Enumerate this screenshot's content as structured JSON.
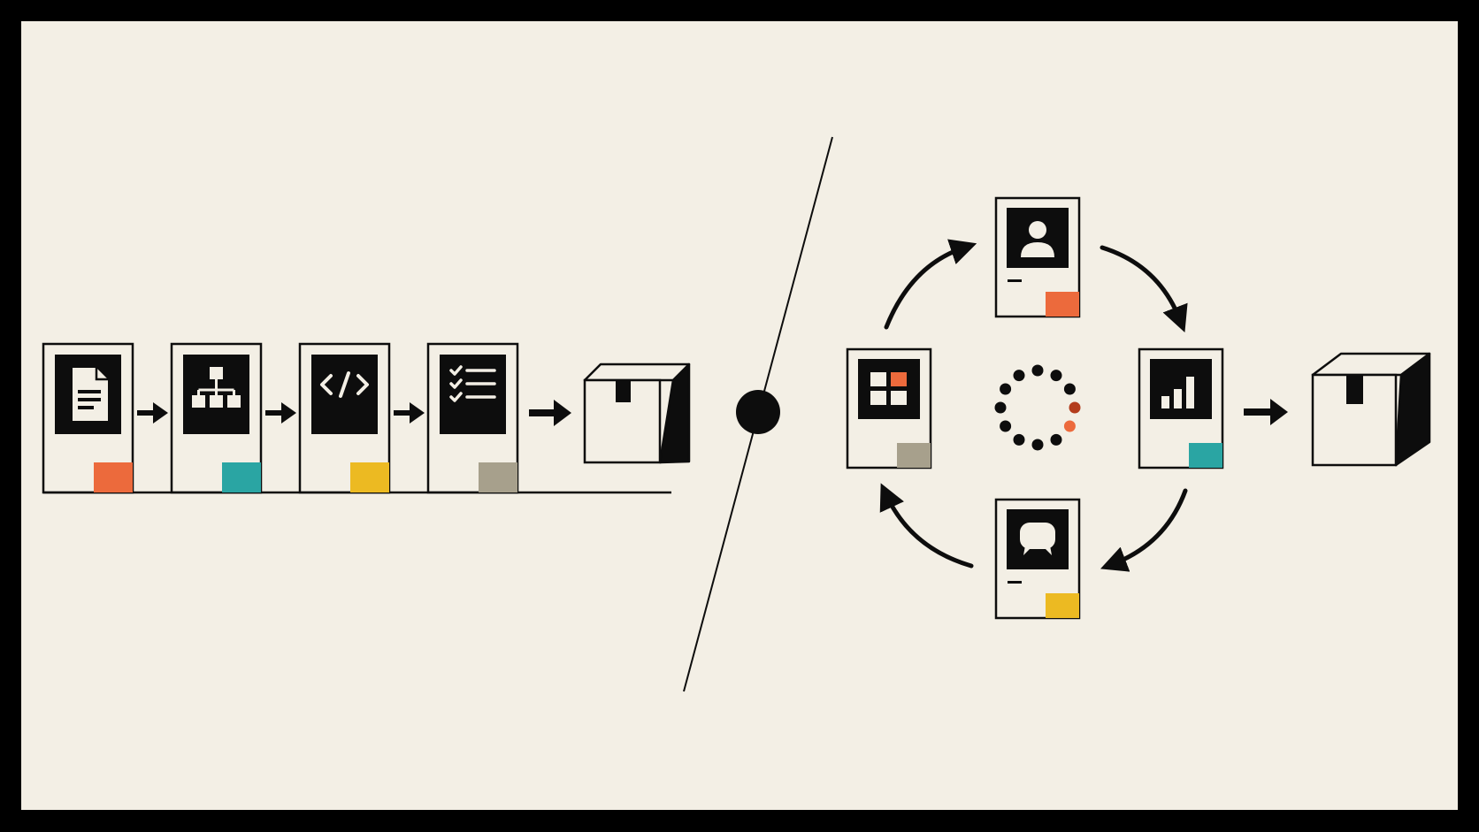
{
  "colors": {
    "frame": "#000000",
    "paper": "#f3efe5",
    "ink": "#0d0d0d",
    "orange": "#ec6a3c",
    "teal": "#2aa5a3",
    "yellow": "#ecba22",
    "gray": "#a7a08c",
    "rust": "#b33c1c"
  },
  "waterfall": {
    "stages": [
      {
        "icon": "document-icon",
        "swatch": "orange"
      },
      {
        "icon": "hierarchy-icon",
        "swatch": "teal"
      },
      {
        "icon": "code-icon",
        "swatch": "yellow"
      },
      {
        "icon": "checklist-icon",
        "swatch": "gray"
      }
    ],
    "output_icon": "box-icon"
  },
  "divider": {
    "style": "diagonal-line-with-dot"
  },
  "cycle": {
    "nodes": [
      {
        "position": "top",
        "icon": "user-icon",
        "swatch": "orange"
      },
      {
        "position": "right",
        "icon": "bar-chart-icon",
        "swatch": "teal"
      },
      {
        "position": "bottom",
        "icon": "speech-bubble-icon",
        "swatch": "yellow"
      },
      {
        "position": "left",
        "icon": "grid-icon",
        "swatch": "gray"
      }
    ],
    "center_icon": "loading-spinner-icon",
    "direction": "clockwise",
    "output_icon": "box-icon"
  }
}
